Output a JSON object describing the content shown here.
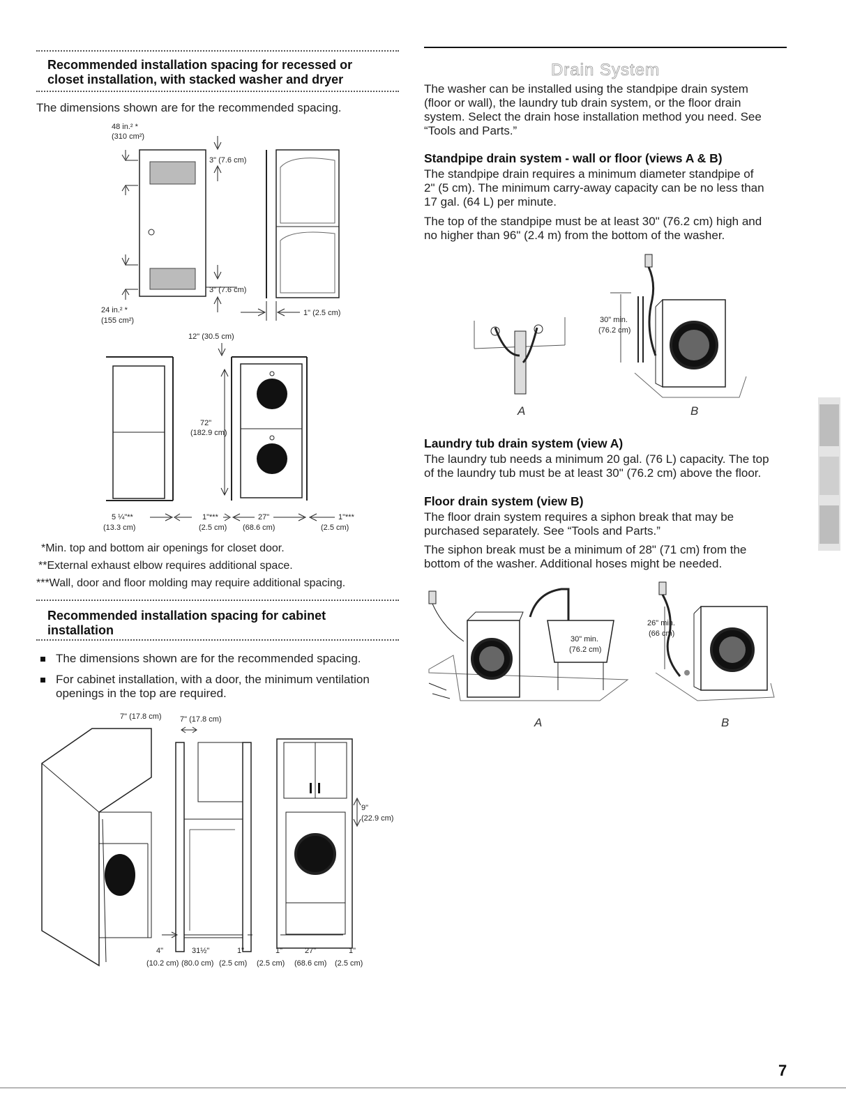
{
  "left": {
    "section1": {
      "heading_line1": "Recommended installation spacing for recessed or",
      "heading_line2": "closet installation, with stacked washer and dryer",
      "intro": "The dimensions shown are for the recommended spacing.",
      "diagram1": {
        "top_area_line1": "48 in.² *",
        "top_area_line2": "(310 cm²)",
        "bottom_area_line1": "24 in.² *",
        "bottom_area_line2": "(155 cm²)",
        "gap_top": "3\" (7.6 cm)",
        "gap_bottom": "3\" (7.6 cm)",
        "side_gap": "1\" (2.5 cm)"
      },
      "diagram2": {
        "top_clearance": "12\" (30.5 cm)",
        "height_line1": "72\"",
        "height_line2": "(182.9 cm)",
        "dim1_a": "5 ¼\"**",
        "dim1_b": "(13.3 cm)",
        "dim2_a": "1\"***",
        "dim2_b": "(2.5 cm)",
        "dim3_a": "27\"",
        "dim3_b": "(68.6 cm)",
        "dim4_a": "1\"***",
        "dim4_b": "(2.5 cm)"
      },
      "notes": [
        "*Min. top and bottom air openings for closet door.",
        "**External exhaust elbow requires additional space.",
        "***Wall, door and floor molding may require additional spacing."
      ]
    },
    "section2": {
      "heading_line1": "Recommended installation spacing for cabinet",
      "heading_line2": "installation",
      "bullets": [
        "The dimensions shown are for the recommended spacing.",
        "For cabinet installation, with a door, the minimum ventilation",
        "openings in the top are required."
      ],
      "diagram": {
        "depth_a": "7\" (17.8 cm)",
        "depth_b": "7\" (17.8 cm)",
        "top_gap_a": "9\"",
        "top_gap_b": "(22.9 cm)",
        "bottom_dims": [
          "4\"",
          "31½\"",
          "1\"",
          "1\"",
          "27\"",
          "1\""
        ],
        "bottom_dims_cm": [
          "(10.2 cm)",
          "(80.0 cm)",
          "(2.5 cm)",
          "(2.5 cm)",
          "(68.6 cm)",
          "(2.5 cm)"
        ]
      }
    }
  },
  "right": {
    "title": "Drain System",
    "intro": [
      "The washer can be installed using the standpipe drain system",
      "(floor or wall), the laundry tub drain system, or the floor drain",
      "system. Select the drain hose installation method you need. See",
      "“Tools and Parts.”"
    ],
    "standpipe": {
      "heading": "Standpipe drain system - wall or floor (views A & B)",
      "para1": [
        "The standpipe drain requires a minimum diameter standpipe of",
        "2\" (5 cm). The minimum carry-away capacity can be no less than",
        "17 gal. (64 L) per minute."
      ],
      "para2": [
        "The top of the standpipe must be at least 30\" (76.2 cm) high and",
        "no higher than 96\" (2.4 m) from the bottom of the washer."
      ],
      "fig_dim_a": "30\" min.",
      "fig_dim_b": "(76.2 cm)",
      "label_a": "A",
      "label_b": "B"
    },
    "laundry_tub": {
      "heading": "Laundry tub drain system (view A)",
      "para": [
        "The laundry tub needs a minimum 20 gal. (76 L) capacity. The top",
        "of the laundry tub must be at least 30\" (76.2 cm) above the floor."
      ]
    },
    "floor_drain": {
      "heading": "Floor drain system (view B)",
      "para1": [
        "The floor drain system requires a siphon break that may be",
        "purchased separately. See “Tools and Parts.”"
      ],
      "para2": [
        "The siphon break must be a minimum of 28\" (71 cm) from the",
        "bottom of the washer. Additional hoses might be needed."
      ],
      "fig_a_dim_a": "30\" min.",
      "fig_a_dim_b": "(76.2 cm)",
      "fig_b_dim_a": "26\" min.",
      "fig_b_dim_b": "(66 cm)",
      "label_a": "A",
      "label_b": "B"
    }
  },
  "footer": {
    "page_number": "7"
  },
  "colors": {
    "text": "#111111",
    "rule": "#555555",
    "diagram_stroke": "#222222"
  }
}
